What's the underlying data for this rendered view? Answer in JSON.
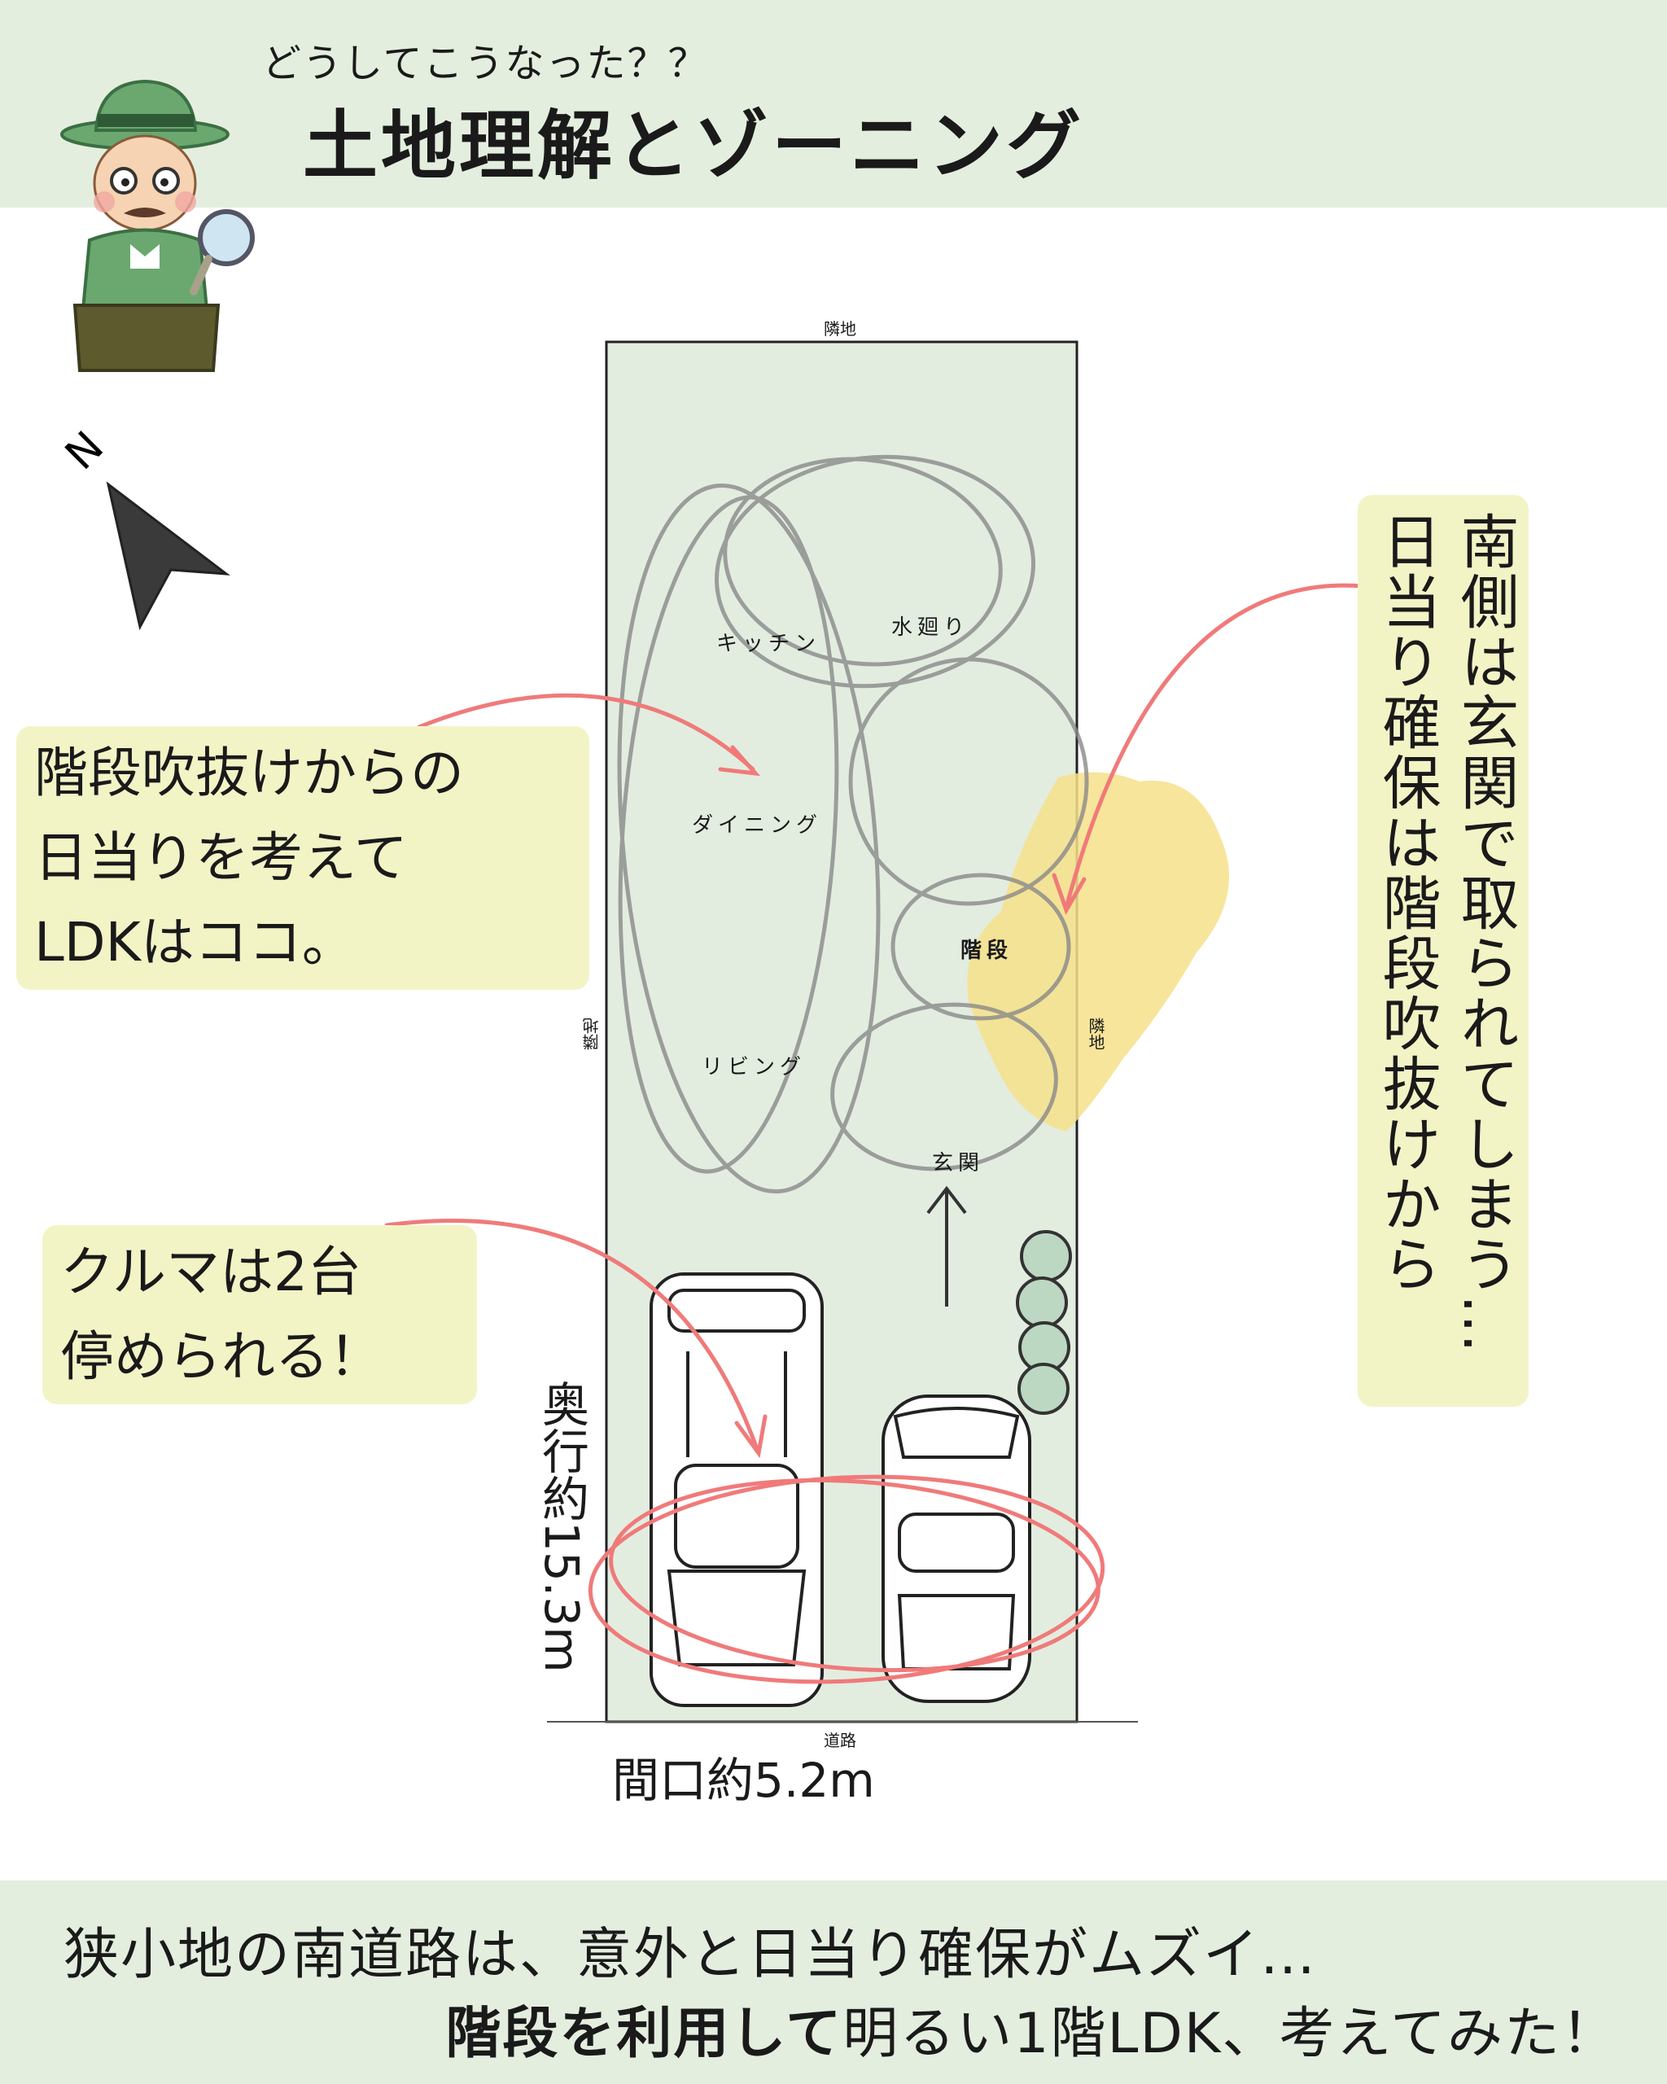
{
  "header": {
    "subtitle": "どうしてこうなった？？",
    "title": "土地理解とゾーニング"
  },
  "site": {
    "top_label": "隣地",
    "left_label": "隣地",
    "right_label": "隣地",
    "bottom_label": "道路",
    "width_label": "間口約5.2m",
    "depth_label": "奥行約15.3m"
  },
  "rooms": {
    "kitchen": "キッチン",
    "water": "水廻り",
    "dining": "ダイニング",
    "stairs": "階段",
    "living": "リビング",
    "entrance": "玄関"
  },
  "callouts": {
    "ldk": [
      "階段吹抜けからの",
      "日当りを考えて",
      "LDKはココ。"
    ],
    "cars": [
      "クルマは2台",
      "停められる！"
    ],
    "south": [
      "南側は玄関で取られてしまう…",
      "日当り確保は階段吹抜けから"
    ]
  },
  "compass": {
    "label": "N"
  },
  "footer": {
    "line1": "狭小地の南道路は、意外と日当り確保がムズイ…",
    "line2_bold": "階段を利用して",
    "line2_rest": "明るい1階LDK、考えてみた！"
  },
  "colors": {
    "band": "#e4eedf",
    "lot": "#e2ede0",
    "callout": "#f2f4c6",
    "arrow": "#f07a7a",
    "sun": "#f6e08a",
    "zoning": "#8a8a8a"
  }
}
